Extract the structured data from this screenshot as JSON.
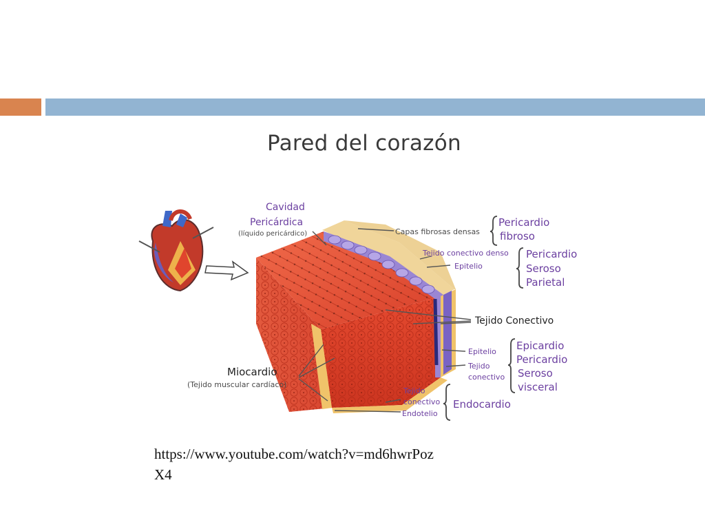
{
  "slide": {
    "colors": {
      "accent_orange": "#d9844f",
      "accent_blue": "#92b4d2"
    },
    "url_line1": "https://www.youtube.com/watch?v=md6hwrPoz",
    "url_line2": "X4"
  },
  "figure": {
    "title": "Pared del corazón",
    "labels": {
      "cavidad": "Cavidad",
      "pericardica": "Pericárdica",
      "liquido": "(líquido pericárdico)",
      "capas_fibrosas": "Capas fibrosas densas",
      "tejido_conectivo_denso": "Tejido conectivo denso",
      "epitelio_parietal": "Epitelio",
      "tejido_conectivo": "Tejido Conectivo",
      "epitelio_visceral": "Epitelio",
      "tejido_visceral_1": "Tejido",
      "tejido_visceral_2": "conectivo",
      "tejido_endo_1": "Tejido",
      "tejido_endo_2": "conectivo",
      "endotelio": "Endotelio",
      "miocardio": "Miocardio",
      "miocardio_sub": "(Tejido muscular cardíaco)"
    },
    "groups": {
      "pericardio_fibroso_1": "Pericardio",
      "pericardio_fibroso_2": "fibroso",
      "seroso_parietal_1": "Pericardio",
      "seroso_parietal_2": "Seroso",
      "seroso_parietal_3": "Parietal",
      "epicardio_1": "Epicardio",
      "epicardio_2": "Pericardio",
      "epicardio_3": "Seroso",
      "epicardio_4": "visceral",
      "endocardio": "Endocardio"
    },
    "colors": {
      "label_purple": "#6b3fa0",
      "label_gray": "#4a4a4a",
      "muscle_red": "#e2452a",
      "fibrous_tan": "#f0d59a",
      "cell_purple": "#9a86d4"
    }
  }
}
